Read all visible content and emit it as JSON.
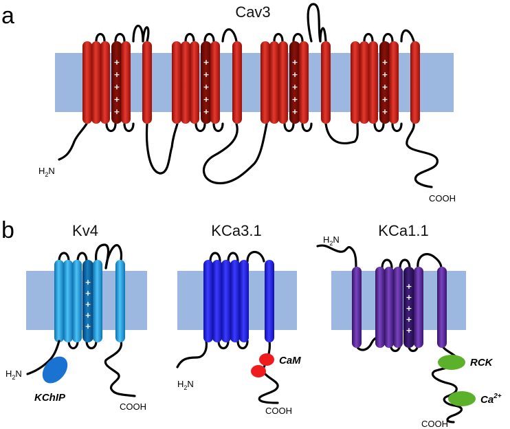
{
  "panel_a": {
    "letter": "a",
    "title": "Cav3",
    "n_terminus": "H",
    "n_terminus_sub": "2",
    "n_terminus_tail": "N",
    "c_terminus": "COOH",
    "colors": {
      "helix": "#c8160f",
      "voltage_sensor": "#7a0b06",
      "helix_highlight": "#e64a3e"
    }
  },
  "panel_b": {
    "letter": "b",
    "kv4": {
      "title": "Kv4",
      "n_terminus": "H",
      "n_terminus_sub": "2",
      "n_terminus_tail": "N",
      "c_terminus": "COOH",
      "partner_label": "KChIP",
      "colors": {
        "helix": "#1aa3e6",
        "voltage_sensor": "#0a5fa0",
        "partner": "#1a73d0"
      }
    },
    "kca31": {
      "title": "KCa3.1",
      "n_terminus": "H",
      "n_terminus_sub": "2",
      "n_terminus_tail": "N",
      "c_terminus": "COOH",
      "partner_label": "CaM",
      "colors": {
        "helix": "#1e1ef0",
        "partner": "#ee1c1c"
      }
    },
    "kca11": {
      "title": "KCa1.1",
      "n_terminus": "H",
      "n_terminus_sub": "2",
      "n_terminus_tail": "N",
      "c_terminus": "COOH",
      "rck_label": "RCK",
      "ca_label": "Ca",
      "ca_sup": "2+",
      "colors": {
        "helix": "#5a2a9c",
        "voltage_sensor": "#2e0f5e",
        "domain": "#5bb22a"
      }
    }
  },
  "colors": {
    "membrane": "#9db8e0",
    "loop": "#000000"
  }
}
